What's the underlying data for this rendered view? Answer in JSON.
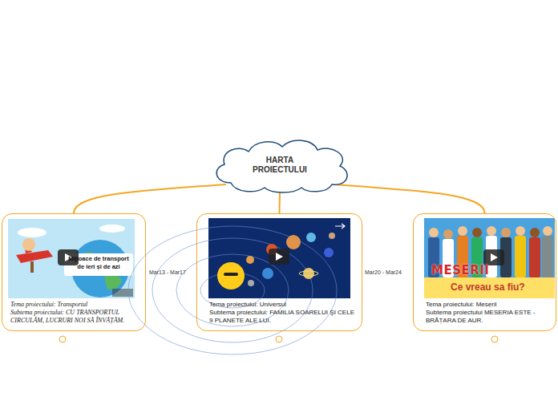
{
  "diagram": {
    "nodes": [
      {
        "text": [
          "HARTA PROIECTULUI"
        ]
      },
      {
        "text": [
          "Tema proiectului: Transportul",
          "Subtema proiectului: CU TRANSPORTUL CIRCULĂM, LUCRURI NOI SĂ ÎNVĂȚĂM."
        ]
      },
      {
        "text": [
          "Tema proiectului: Universul",
          "Subtema proiectului: FAMILIA SOARELUI ŞI CELE 9 PLANETE ALE LUI."
        ]
      },
      {
        "text": [
          "Tema proiectului: Meserii",
          "Subtema proiectului MESERIA ESTE - BRĂȚARA DE AUR."
        ]
      }
    ],
    "edges": [
      {
        "from": 0,
        "to": 1,
        "arrow": "none"
      },
      {
        "from": 0,
        "to": 2,
        "arrow": "none"
      },
      {
        "from": 0,
        "to": 3,
        "arrow": "none"
      }
    ],
    "labels": [
      "Mar13 - Mar17",
      "Mar20 - Mar24",
      "Mijloace de transport de ieri și de azi",
      "MESERII",
      "Ce vreau sa fiu?"
    ]
  }
}
